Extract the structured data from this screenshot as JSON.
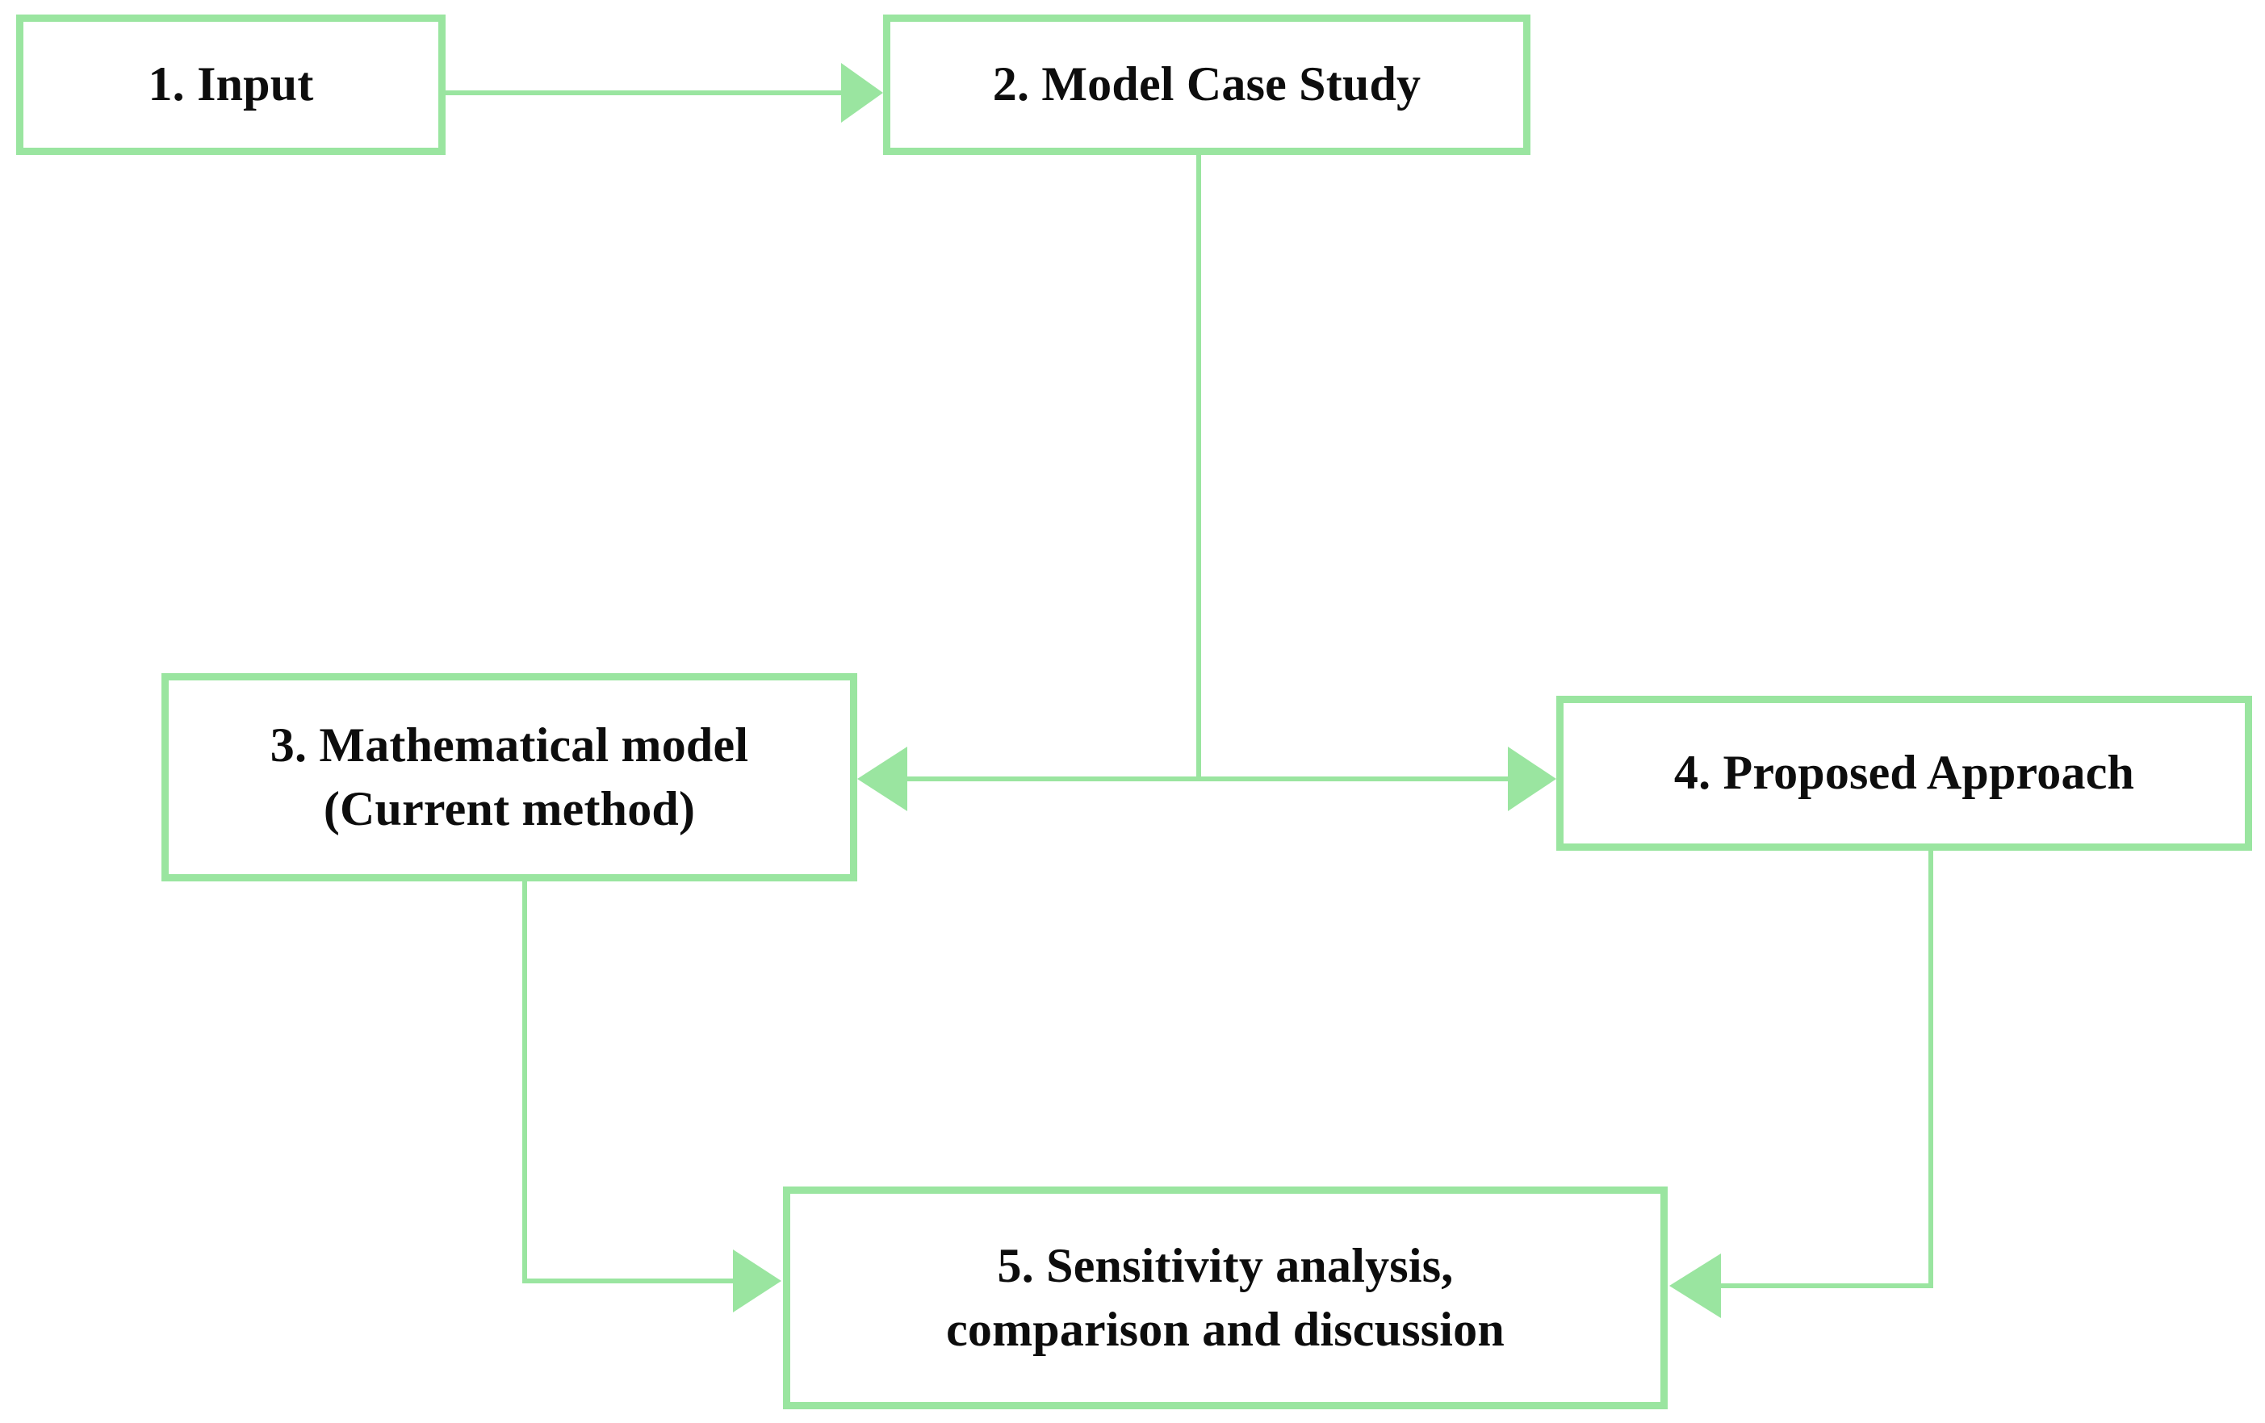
{
  "diagram": {
    "title": "Methodology flowchart",
    "background_color": "#ffffff",
    "accent_color": "#9ae5a0",
    "text_color": "#0d0d0d",
    "nodes": [
      {
        "id": "1",
        "label": "1. Input",
        "number": "1",
        "text": "Input",
        "shape": "rectangle"
      },
      {
        "id": "2",
        "label": "2. Model Case Study",
        "number": "2",
        "text": "Model Case Study",
        "shape": "rectangle"
      },
      {
        "id": "3",
        "label": "3. Mathematical model\n(Current method)",
        "number": "3",
        "text": "Mathematical model (Current method)",
        "shape": "rectangle"
      },
      {
        "id": "4",
        "label": "4. Proposed Approach",
        "number": "4",
        "text": "Proposed Approach",
        "shape": "rectangle"
      },
      {
        "id": "5",
        "label": "5. Sensitivity analysis,\ncomparison and discussion",
        "number": "5",
        "text": "Sensitivity analysis, comparison and discussion",
        "shape": "rectangle"
      }
    ],
    "edges": [
      {
        "id": "e1",
        "from": "1",
        "to": "2",
        "style": "straight",
        "arrowhead": "end"
      },
      {
        "id": "e2",
        "from": "2",
        "to": "3",
        "style": "elbow",
        "arrowhead": "end"
      },
      {
        "id": "e3",
        "from": "2",
        "to": "4",
        "style": "elbow",
        "arrowhead": "end"
      },
      {
        "id": "e4",
        "from": "3",
        "to": "5",
        "style": "elbow",
        "arrowhead": "end"
      },
      {
        "id": "e5",
        "from": "4",
        "to": "5",
        "style": "elbow",
        "arrowhead": "end"
      }
    ]
  }
}
